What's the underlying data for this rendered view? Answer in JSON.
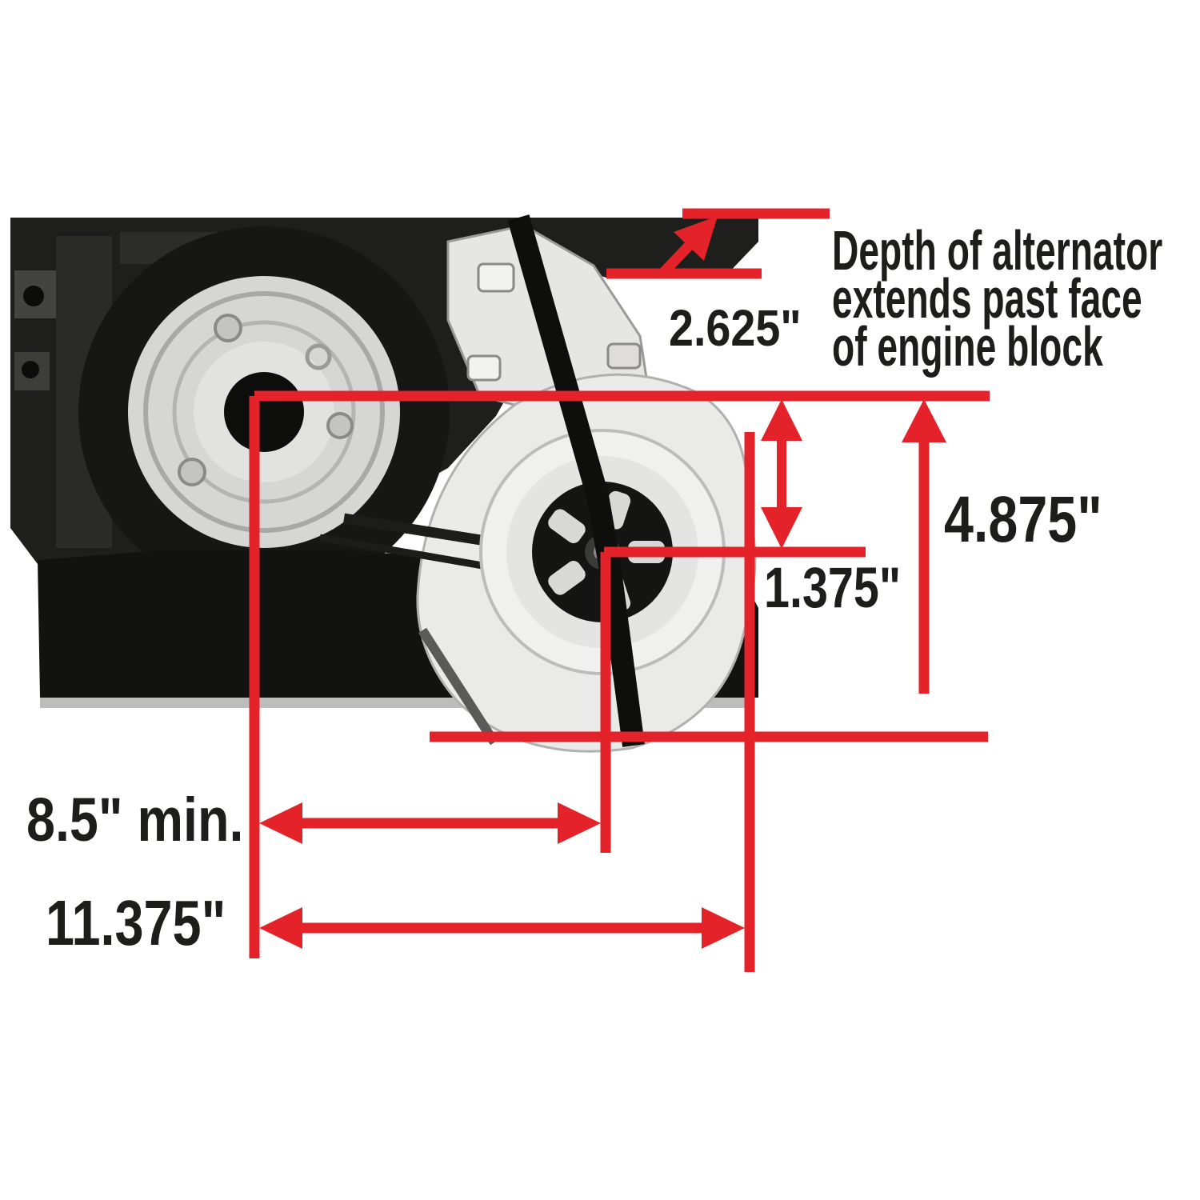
{
  "diagram": {
    "title_hint": "Alternator mounting clearance dimension diagram",
    "labels": {
      "depth": "2.625\"",
      "height": "4.875\"",
      "offset": "1.375\"",
      "min_span": "8.5\" min.",
      "total_span": "11.375\""
    },
    "note_lines": [
      "Depth of alternator",
      "extends past face",
      "of engine block"
    ],
    "colors": {
      "dimension_red": "#e32329",
      "label_black": "#1d1d1b",
      "background": "#ffffff",
      "photo_dark": "#1c1c1a",
      "photo_light": "#ececea"
    }
  }
}
